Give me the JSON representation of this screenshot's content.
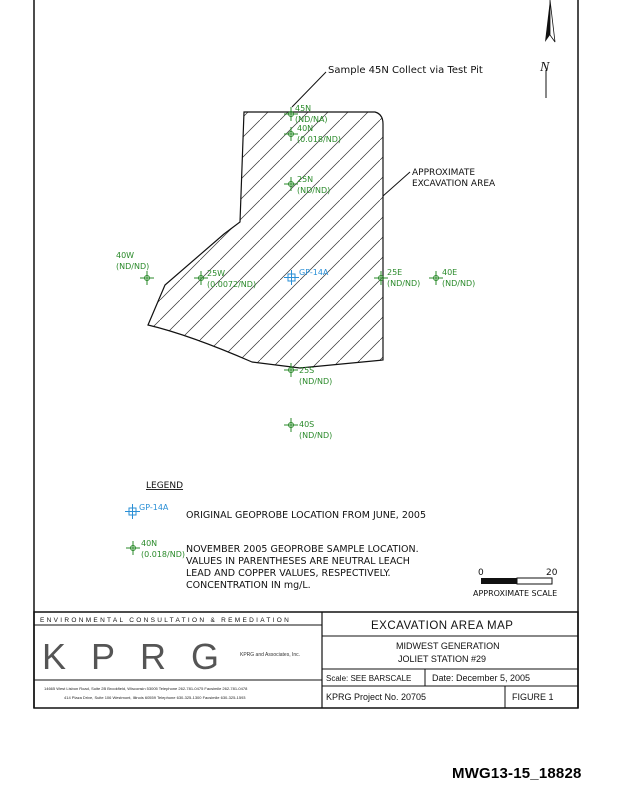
{
  "colors": {
    "sample": "#2a8a2a",
    "geoprobe": "#2a8fd6",
    "ink": "#111111"
  },
  "map": {
    "north_label": "N",
    "callout_test_pit": "Sample 45N Collect via Test Pit",
    "callout_area_line1": "APPROXIMATE",
    "callout_area_line2": "EXCAVATION AREA",
    "samples": [
      {
        "id": "45N",
        "value": "(ND/NA)"
      },
      {
        "id": "40N",
        "value": "(0.018/ND)"
      },
      {
        "id": "25N",
        "value": "(ND/ND)"
      },
      {
        "id": "40W",
        "value": "(ND/ND)"
      },
      {
        "id": "25W",
        "value": "(0.0072/ND)"
      },
      {
        "id": "25E",
        "value": "(ND/ND)"
      },
      {
        "id": "40E",
        "value": "(ND/ND)"
      },
      {
        "id": "25S",
        "value": "(ND/ND)"
      },
      {
        "id": "40S",
        "value": "(ND/ND)"
      }
    ],
    "geoprobe": {
      "id": "GP-14A"
    }
  },
  "legend": {
    "title": "LEGEND",
    "geoprobe_id": "GP-14A",
    "geoprobe_desc": "ORIGINAL GEOPROBE LOCATION FROM JUNE, 2005",
    "sample_id": "40N",
    "sample_value": "(0.018/ND)",
    "sample_desc": [
      "NOVEMBER 2005 GEOPROBE SAMPLE LOCATION.",
      "VALUES IN PARENTHESES ARE NEUTRAL LEACH",
      "LEAD AND COPPER VALUES, RESPECTIVELY.",
      "CONCENTRATION IN mg/L."
    ]
  },
  "scale_bar": {
    "start": "0",
    "end": "20",
    "label": "APPROXIMATE SCALE"
  },
  "title_block": {
    "tagline": "ENVIRONMENTAL CONSULTATION & REMEDIATION",
    "logo": "KPRG",
    "logo_sub": "KPRG and Associates, Inc.",
    "address_1": "14665 West Lisbon Road, Suite 2B Brookfield, Wisconsin 53005 Telephone 262-781-0475 Facsimile 262-781-0478",
    "address_2": "414 Plaza Drive, Suite 106 Westmont, Illinois 60559 Telephone 630-325-1300 Facsimile 630-325-1593",
    "map_title": "EXCAVATION AREA MAP",
    "client": "MIDWEST GENERATION",
    "site": "JOLIET STATION #29",
    "scale": "Scale: SEE BARSCALE",
    "date": "Date: December 5, 2005",
    "project": "KPRG Project No. 20705",
    "figure": "FIGURE 1"
  },
  "doc_id": "MWG13-15_18828"
}
